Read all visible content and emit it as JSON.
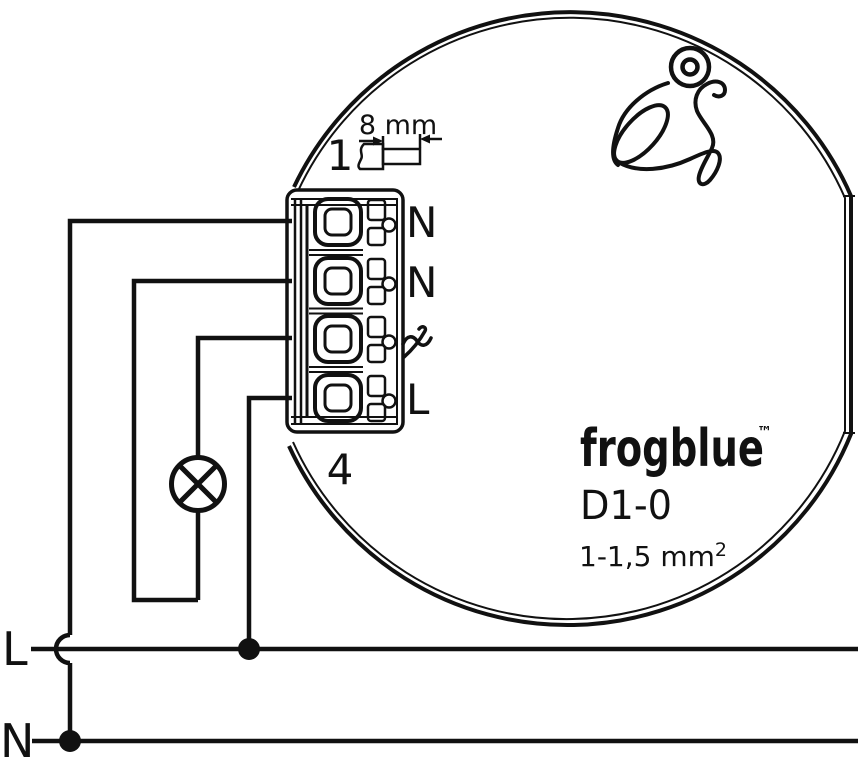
{
  "device": {
    "brand": "frogblue",
    "trademark": "™",
    "model": "D1-0",
    "wire_cross_section": "1-1,5 mm",
    "wire_cross_section_exponent": "2",
    "strip_length": "8 mm",
    "marker_top": "1",
    "marker_bottom": "4",
    "terminals": [
      {
        "label": "N"
      },
      {
        "label": "N"
      },
      {
        "label": "",
        "symbol": "dimmed-output"
      },
      {
        "label": "L"
      }
    ]
  },
  "mains": {
    "line_label": "L",
    "neutral_label": "N"
  },
  "symbols": {
    "lamp": "lamp-crossed-circle",
    "dimmer_output": "phase-cut-wave-with-arrow",
    "logo": "frogblue-frog-line-art"
  },
  "colors": {
    "ink": "#111111",
    "background": "#ffffff"
  }
}
